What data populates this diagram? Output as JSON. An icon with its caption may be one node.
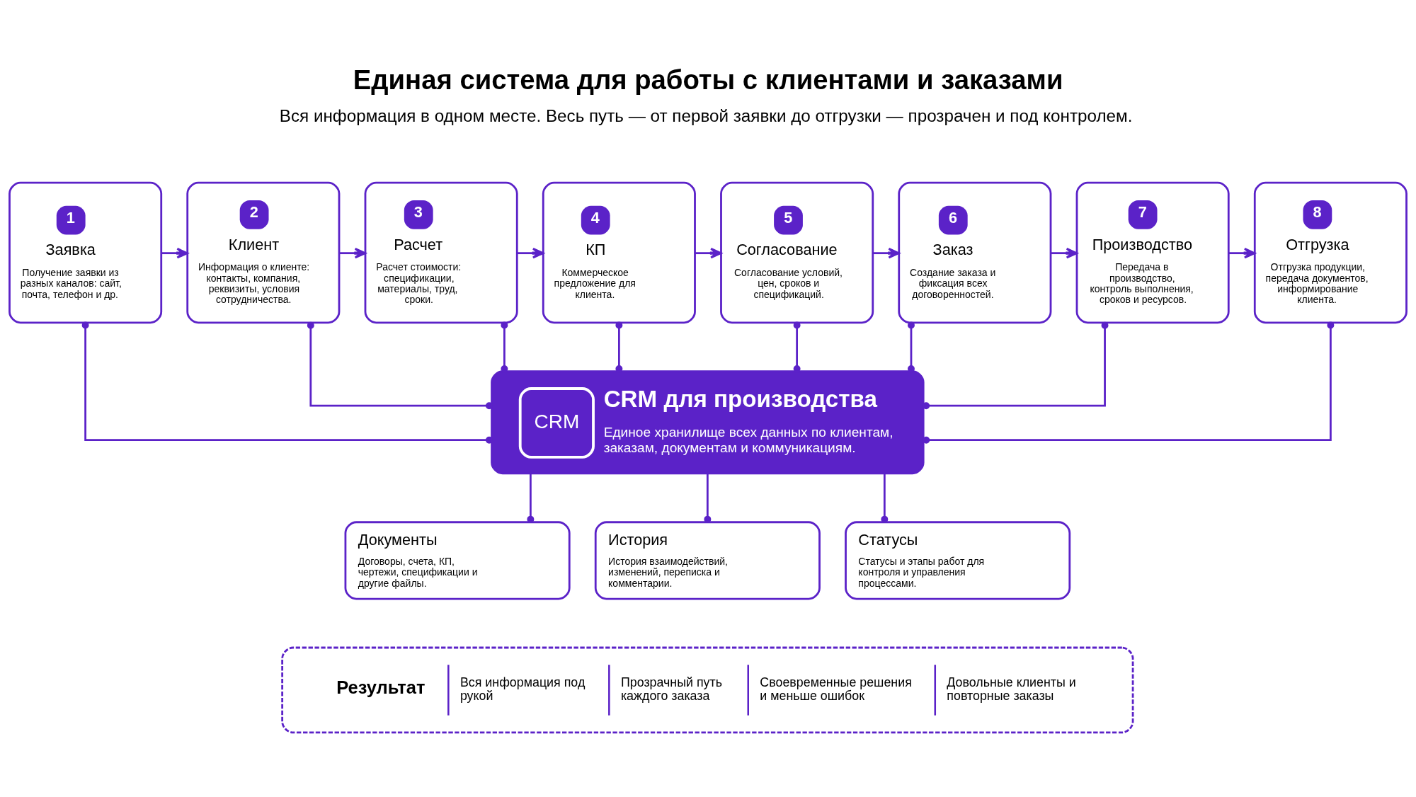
{
  "diagram": {
    "title": "Единая система для работы с клиентами и заказами",
    "nodes": [
      {
        "text": [
          "1",
          "Заявка",
          "Получение заявки из разных каналов: сайт, почта, телефон и др."
        ]
      },
      {
        "text": [
          "2",
          "Клиент",
          "Информация о клиенте: контакты, компания, реквизиты, условия сотрудничества."
        ]
      },
      {
        "text": [
          "3",
          "Расчет",
          "Расчет стоимости: спецификации, материалы, труд, сроки."
        ]
      },
      {
        "text": [
          "4",
          "КП",
          "Коммерческое предложение для клиента."
        ]
      },
      {
        "text": [
          "5",
          "Согласование",
          "Согласование условий, цен, сроков и спецификаций."
        ]
      },
      {
        "text": [
          "6",
          "Заказ",
          "Создание заказа и фиксация всех договоренностей."
        ]
      },
      {
        "text": [
          "7",
          "Производство",
          "Передача в производство, контроль выполнения, сроков и ресурсов."
        ]
      },
      {
        "text": [
          "8",
          "Отгрузка",
          "Отгрузка продукции, передача документов, информирование клиента."
        ]
      },
      {
        "text": [
          "CRM",
          "CRM для производства",
          "Единое хранилище всех данных по клиентам, заказам, документам и коммуникациям."
        ]
      },
      {
        "text": [
          "Документы",
          "Договоры, счета, КП, чертежи, спецификации и другие файлы."
        ]
      },
      {
        "text": [
          "История",
          "История взаимодействий, изменений, переписка и комментарии."
        ]
      },
      {
        "text": [
          "Статусы",
          "Статусы и этапы работ для контроля и управления процессами."
        ]
      },
      {
        "text": [
          "Результат",
          "Вся информация под рукой",
          "Прозрачный путь каждого заказа",
          "Своевременные решения и меньше ошибок",
          "Довольные клиенты и повторные заказы"
        ]
      }
    ],
    "edges": [
      {
        "from": 0,
        "to": 1,
        "arrow": "to"
      },
      {
        "from": 1,
        "to": 2,
        "arrow": "to"
      },
      {
        "from": 2,
        "to": 3,
        "arrow": "to"
      },
      {
        "from": 3,
        "to": 4,
        "arrow": "to"
      },
      {
        "from": 4,
        "to": 5,
        "arrow": "to"
      },
      {
        "from": 5,
        "to": 6,
        "arrow": "to"
      },
      {
        "from": 6,
        "to": 7,
        "arrow": "to"
      },
      {
        "from": 0,
        "to": 8,
        "arrow": "other"
      },
      {
        "from": 1,
        "to": 8,
        "arrow": "other"
      },
      {
        "from": 2,
        "to": 8,
        "arrow": "other"
      },
      {
        "from": 3,
        "to": 8,
        "arrow": "other"
      },
      {
        "from": 4,
        "to": 8,
        "arrow": "other"
      },
      {
        "from": 5,
        "to": 8,
        "arrow": "other"
      },
      {
        "from": 6,
        "to": 8,
        "arrow": "other"
      },
      {
        "from": 7,
        "to": 8,
        "arrow": "other"
      },
      {
        "from": 8,
        "to": 9,
        "arrow": "other"
      },
      {
        "from": 8,
        "to": 10,
        "arrow": "other"
      },
      {
        "from": 8,
        "to": 11,
        "arrow": "other"
      }
    ],
    "labels": [
      "Вся информация в одном месте. Весь путь — от первой заявки до отгрузки — прозрачен и под контролем."
    ]
  }
}
